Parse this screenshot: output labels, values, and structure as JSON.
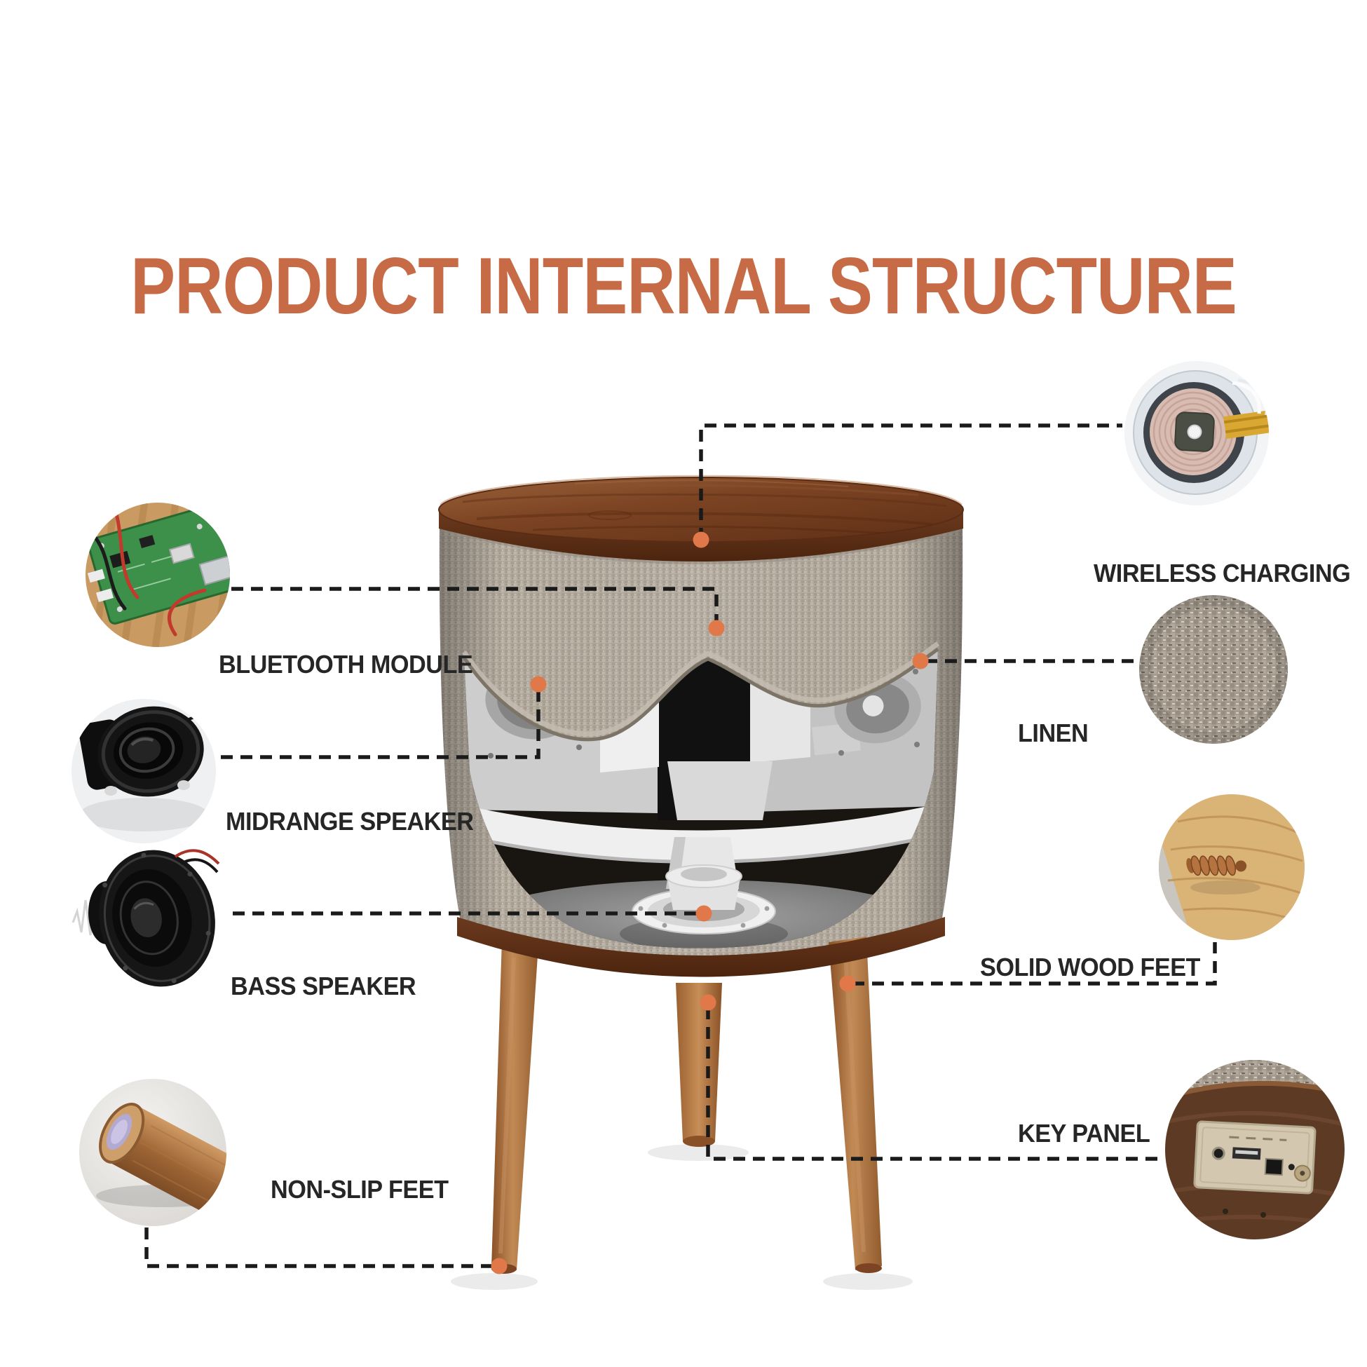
{
  "title": "PRODUCT INTERNAL STRUCTURE",
  "colors": {
    "accent_orange": "#C76B47",
    "callout_dot": "#E0784A",
    "dash_line": "#1A1A1A",
    "label_text": "#262626",
    "linen_fabric": "#B3AA9E",
    "tabletop_wood": "#7C4423",
    "leg_wood": "#A5693D",
    "background": "#FFFFFF"
  },
  "callouts": {
    "left": [
      {
        "id": "bluetooth-module",
        "label": "BLUETOOTH MODULE",
        "thumbnail": "circuit-board-photo"
      },
      {
        "id": "midrange-speaker",
        "label": "MIDRANGE SPEAKER",
        "thumbnail": "midrange-driver-photo"
      },
      {
        "id": "bass-speaker",
        "label": "BASS SPEAKER",
        "thumbnail": "bass-driver-photo"
      },
      {
        "id": "non-slip-feet",
        "label": "NON-SLIP FEET",
        "thumbnail": "leg-felt-pad-photo"
      }
    ],
    "right": [
      {
        "id": "wireless-charging",
        "label": "WIRELESS CHARGING",
        "thumbnail": "charging-coil-photo"
      },
      {
        "id": "linen",
        "label": "LINEN",
        "thumbnail": "linen-fabric-photo"
      },
      {
        "id": "solid-wood-feet",
        "label": "SOLID WOOD FEET",
        "thumbnail": "wood-screw-photo"
      },
      {
        "id": "key-panel",
        "label": "KEY PANEL",
        "thumbnail": "port-panel-photo"
      }
    ]
  }
}
